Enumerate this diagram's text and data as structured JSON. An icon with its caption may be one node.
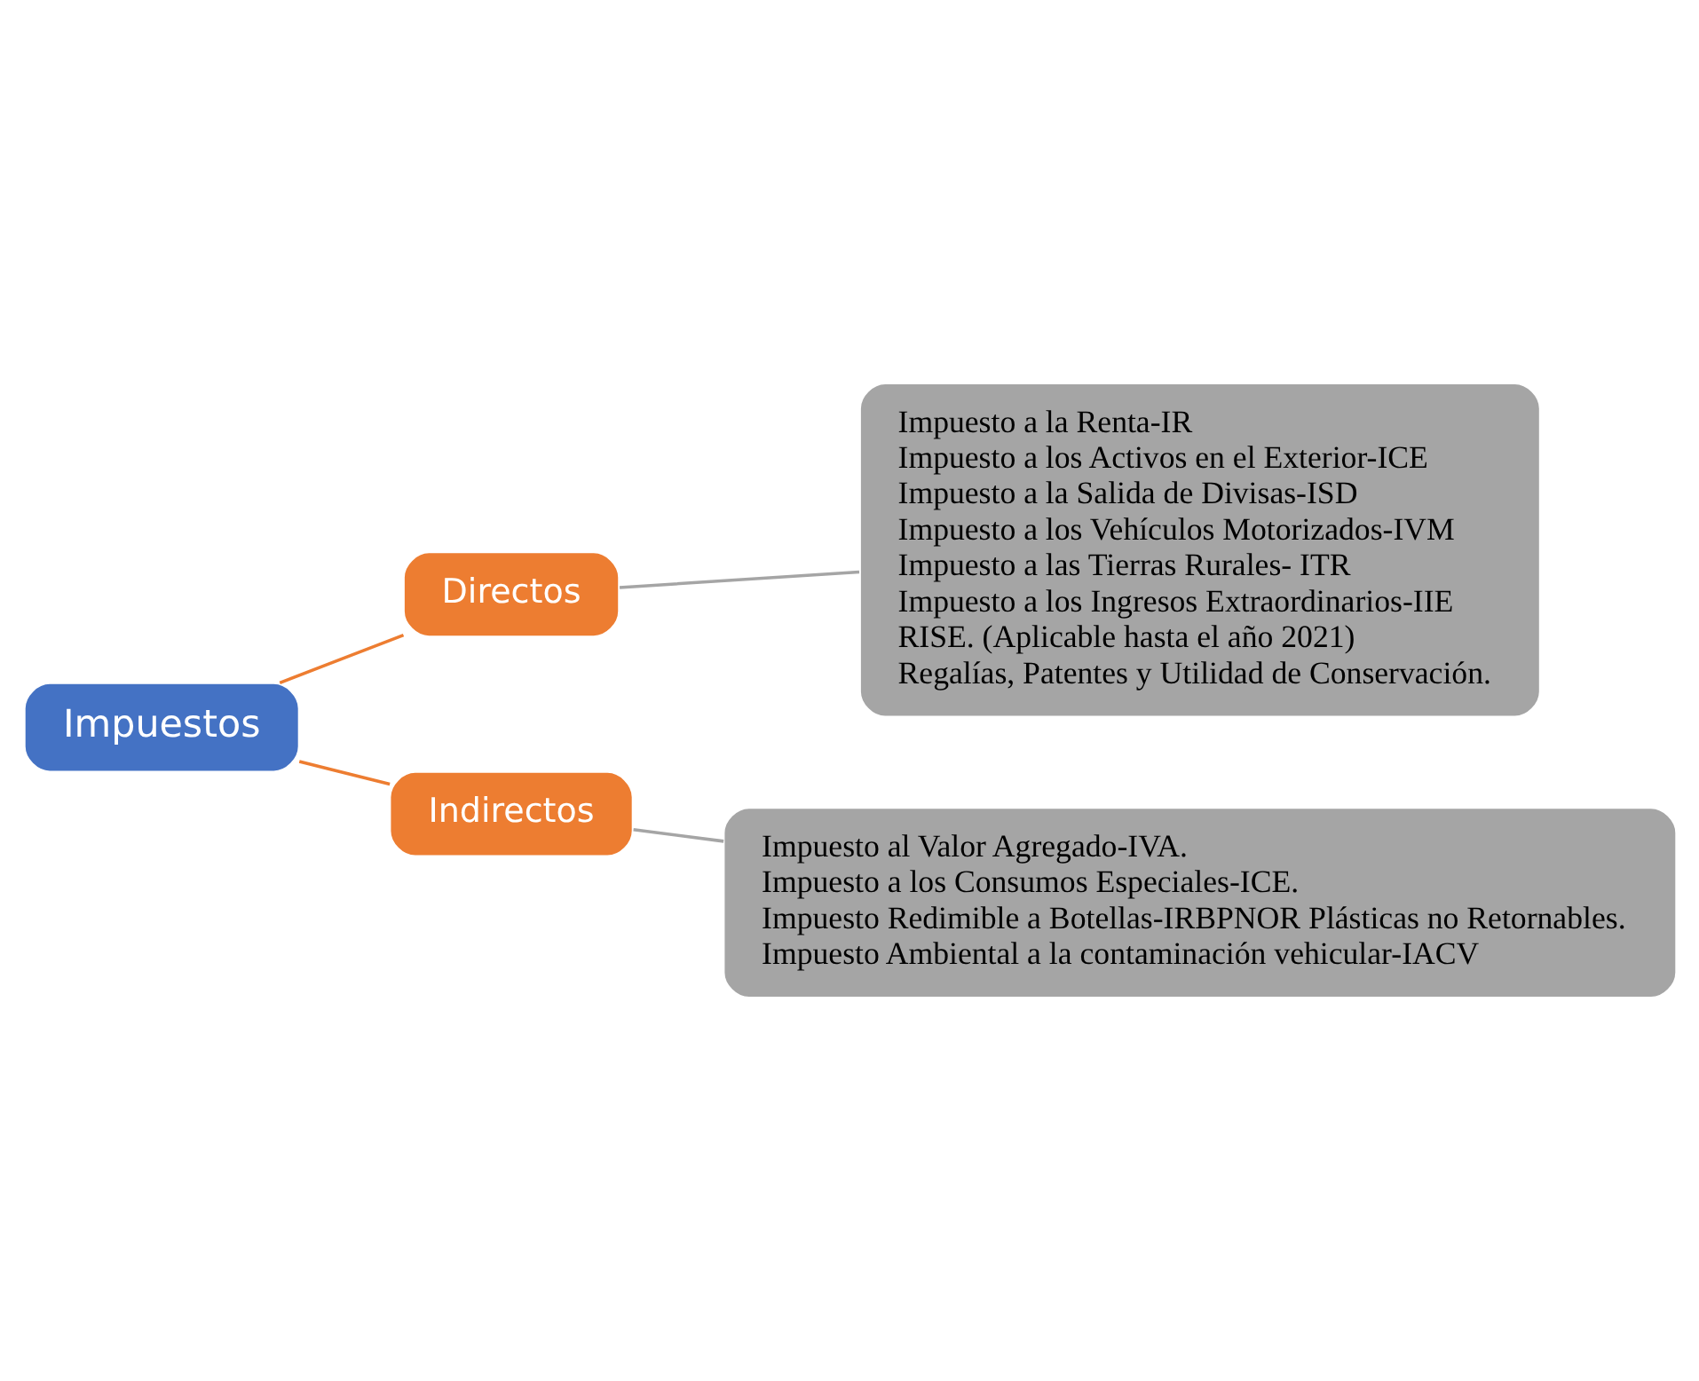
{
  "diagram": {
    "nodes": [
      {
        "text": [
          "Impuestos"
        ]
      },
      {
        "text": [
          "Directos"
        ]
      },
      {
        "text": [
          "Indirectos"
        ]
      },
      {
        "text": [
          "Impuesto a la Renta-IR",
          "Impuesto a los Activos en el Exterior-ICE",
          "Impuesto a la Salida de Divisas-ISD",
          "Impuesto a los Vehículos Motorizados-IVM",
          "Impuesto a las Tierras Rurales- ITR",
          "Impuesto a los Ingresos Extraordinarios-IIE",
          "RISE. (Aplicable hasta el año 2021)",
          "Regalías, Patentes y Utilidad de Conservación."
        ]
      },
      {
        "text": [
          "Impuesto al Valor Agregado-IVA.",
          "Impuesto a los Consumos Especiales-ICE.",
          "Impuesto Redimible a Botellas-IRBPNOR Plásticas no Retornables.",
          "Impuesto Ambiental a la contaminación vehicular-IACV"
        ]
      }
    ],
    "edges": [
      {
        "from": 0,
        "to": 1,
        "arrow": "none"
      },
      {
        "from": 0,
        "to": 2,
        "arrow": "none"
      },
      {
        "from": 1,
        "to": 3,
        "arrow": "none",
        "color": "#a5a5a5"
      },
      {
        "from": 2,
        "to": 4,
        "arrow": "none",
        "color": "#a5a5a5"
      }
    ]
  }
}
